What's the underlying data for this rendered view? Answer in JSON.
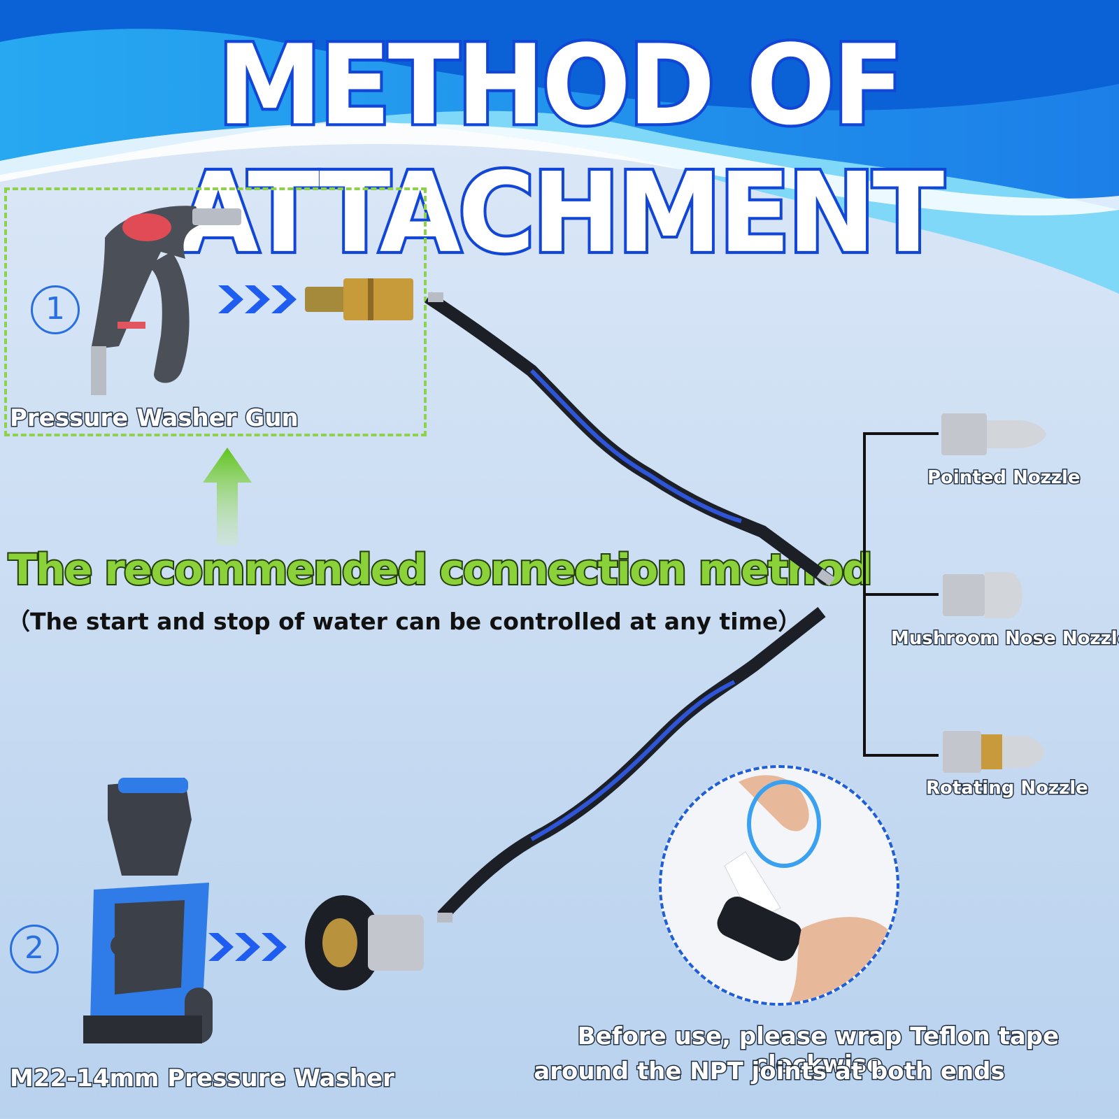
{
  "title": "METHOD OF ATTACHMENT",
  "step1": {
    "number": "1",
    "label": "Pressure Washer Gun"
  },
  "step2": {
    "number": "2",
    "label": "M22-14mm Pressure Washer"
  },
  "recommendation": {
    "heading": "The recommended connection method",
    "subtext": "（The start and stop of water can be controlled at any time）"
  },
  "nozzles": [
    {
      "label": "Pointed Nozzle"
    },
    {
      "label": "Mushroom Nose Nozzle"
    },
    {
      "label": "Rotating Nozzle"
    }
  ],
  "note": {
    "line1": "Before use, please wrap Teflon tape clockwise",
    "line2": "around the NPT joints at both ends"
  },
  "colors": {
    "accent_blue": "#1246d6",
    "green": "#8ad13a",
    "hose_blue": "#2f56d8",
    "dash_green": "#8ed14d"
  }
}
